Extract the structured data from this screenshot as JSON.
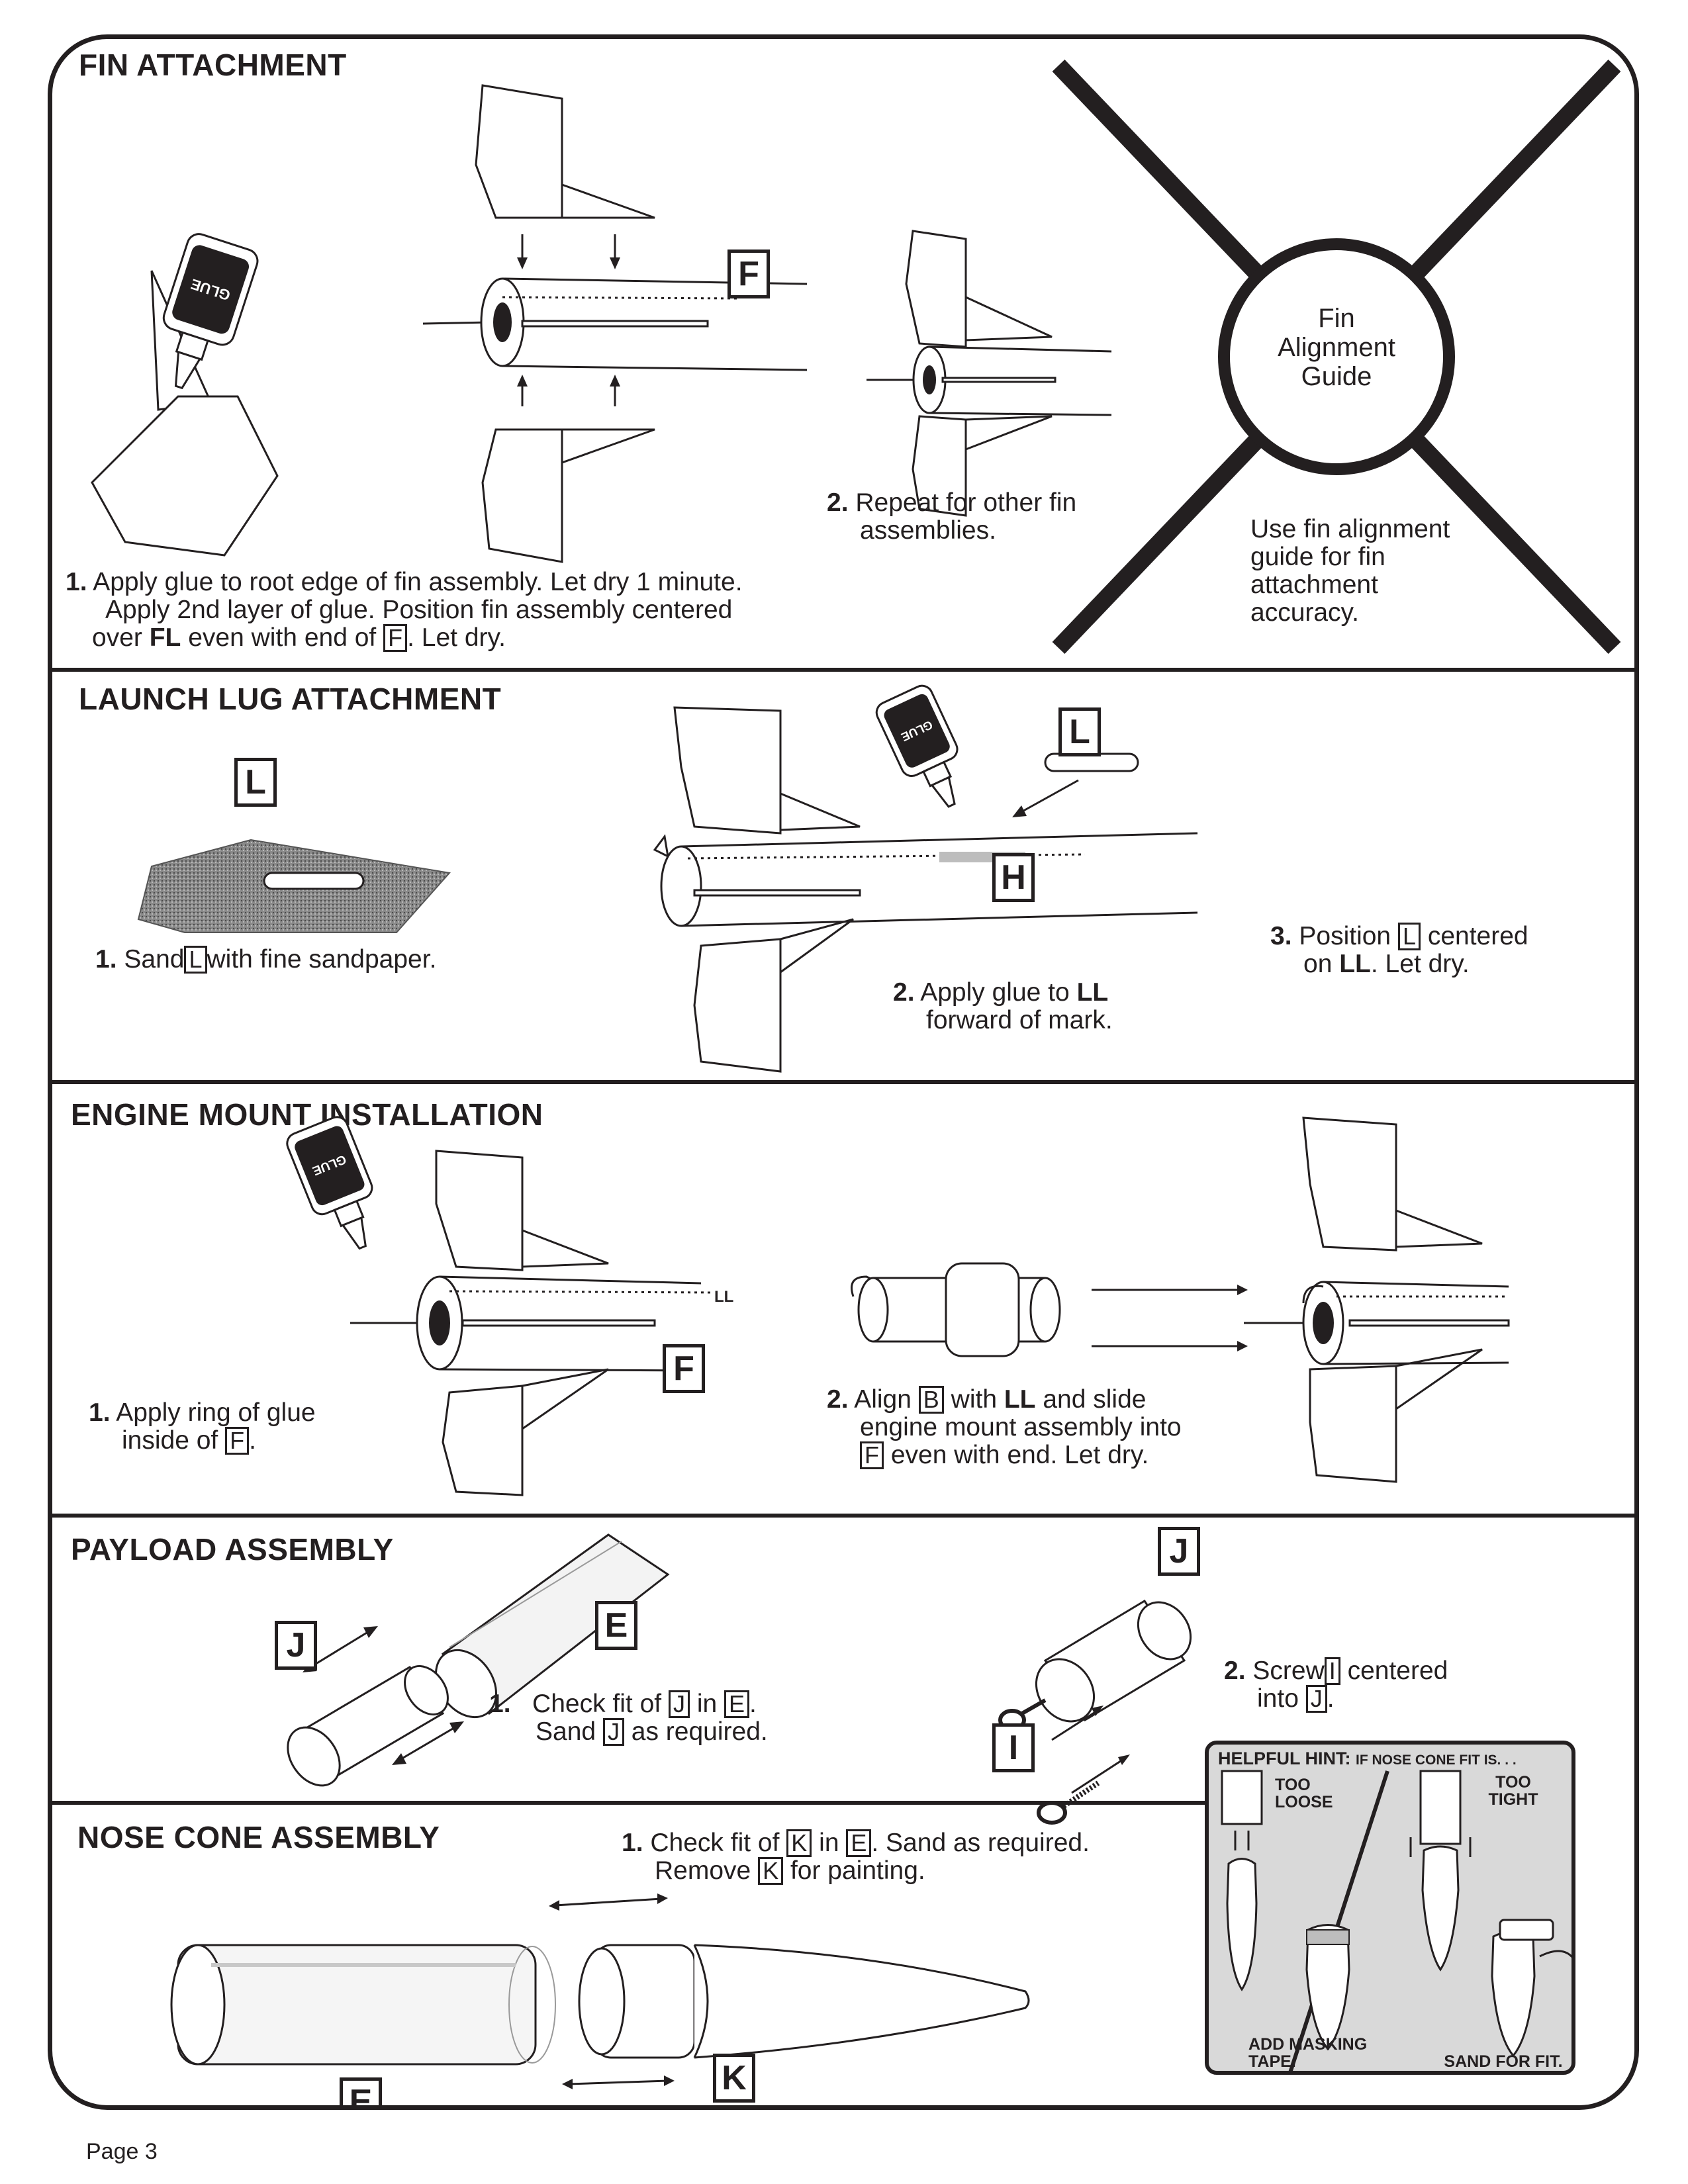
{
  "sections": {
    "fin": {
      "title": "FIN ATTACHMENT",
      "step1_num": "1.",
      "step1_line1": "Apply glue to root edge of fin assembly. Let dry 1 minute.",
      "step1_line2": "Apply 2nd layer of glue. Position fin assembly centered",
      "step1_line3a": "over",
      "step1_line3b": "FL",
      "step1_line3c": "even with end of",
      "step1_line3d": "F",
      "step1_line3e": ". Let dry.",
      "step2_num": "2.",
      "step2_line1": "Repeat for other fin",
      "step2_line2": "assemblies.",
      "label_f": "F",
      "guide_line1": "Fin",
      "guide_line2": "Alignment",
      "guide_line3": "Guide",
      "guide_note_1": "Use fin alignment",
      "guide_note_2": "guide for fin",
      "guide_note_3": "attachment",
      "guide_note_4": "accuracy."
    },
    "lug": {
      "title": "LAUNCH LUG ATTACHMENT",
      "label_l1": "L",
      "label_l2": "L",
      "label_h": "H",
      "step1_num": "1.",
      "step1_a": "Sand",
      "step1_box": "L",
      "step1_b": "with fine sandpaper.",
      "step2_num": "2.",
      "step2_a": "Apply glue to",
      "step2_b": "LL",
      "step2_c": "forward of mark.",
      "step3_num": "3.",
      "step3_a": "Position",
      "step3_box": "L",
      "step3_b": "centered",
      "step3_c": "on",
      "step3_d": "LL",
      "step3_e": ". Let dry."
    },
    "engine": {
      "title": "ENGINE MOUNT INSTALLATION",
      "label_f": "F",
      "ll_mark": "LL",
      "step1_num": "1.",
      "step1_a": "Apply ring of glue",
      "step1_b": "inside of",
      "step1_box": "F",
      "step1_c": ".",
      "step2_num": "2.",
      "step2_a": "Align",
      "step2_box1": "B",
      "step2_b": "with",
      "step2_c": "LL",
      "step2_d": "and slide",
      "step2_e": "engine mount assembly into",
      "step2_box2": "F",
      "step2_f": "even with end. Let dry."
    },
    "payload": {
      "title": "PAYLOAD ASSEMBLY",
      "label_j1": "J",
      "label_e": "E",
      "label_j2": "J",
      "label_i": "I",
      "step1_num": "1.",
      "step1_a": "Check fit of",
      "step1_box1": "J",
      "step1_b": "in",
      "step1_box2": "E",
      "step1_c": ".",
      "step1_d": "Sand",
      "step1_box3": "J",
      "step1_e": "as required.",
      "step2_num": "2.",
      "step2_a": "Screw",
      "step2_box1": "I",
      "step2_b": "centered",
      "step2_c": "into",
      "step2_box2": "J",
      "step2_d": "."
    },
    "nose": {
      "title": "NOSE CONE ASSEMBLY",
      "label_e": "E",
      "label_k": "K",
      "step1_num": "1.",
      "step1_a": "Check fit of",
      "step1_box1": "K",
      "step1_b": "in",
      "step1_box2": "E",
      "step1_c": ". Sand as required.",
      "step1_d": "Remove",
      "step1_box3": "K",
      "step1_e": "for painting."
    }
  },
  "hint": {
    "title_a": "HELPFUL HINT:",
    "title_b": "IF NOSE CONE FIT IS. . .",
    "too_loose": "TOO LOOSE",
    "too_tight": "TOO TIGHT",
    "add_tape": "ADD MASKING TAPE.",
    "sand_fit": "SAND FOR FIT."
  },
  "footer": {
    "page": "Page 3"
  },
  "icons": {
    "glue": "glue-bottle-icon",
    "arrow": "arrow-icon",
    "x_guide": "fin-alignment-guide-icon"
  }
}
